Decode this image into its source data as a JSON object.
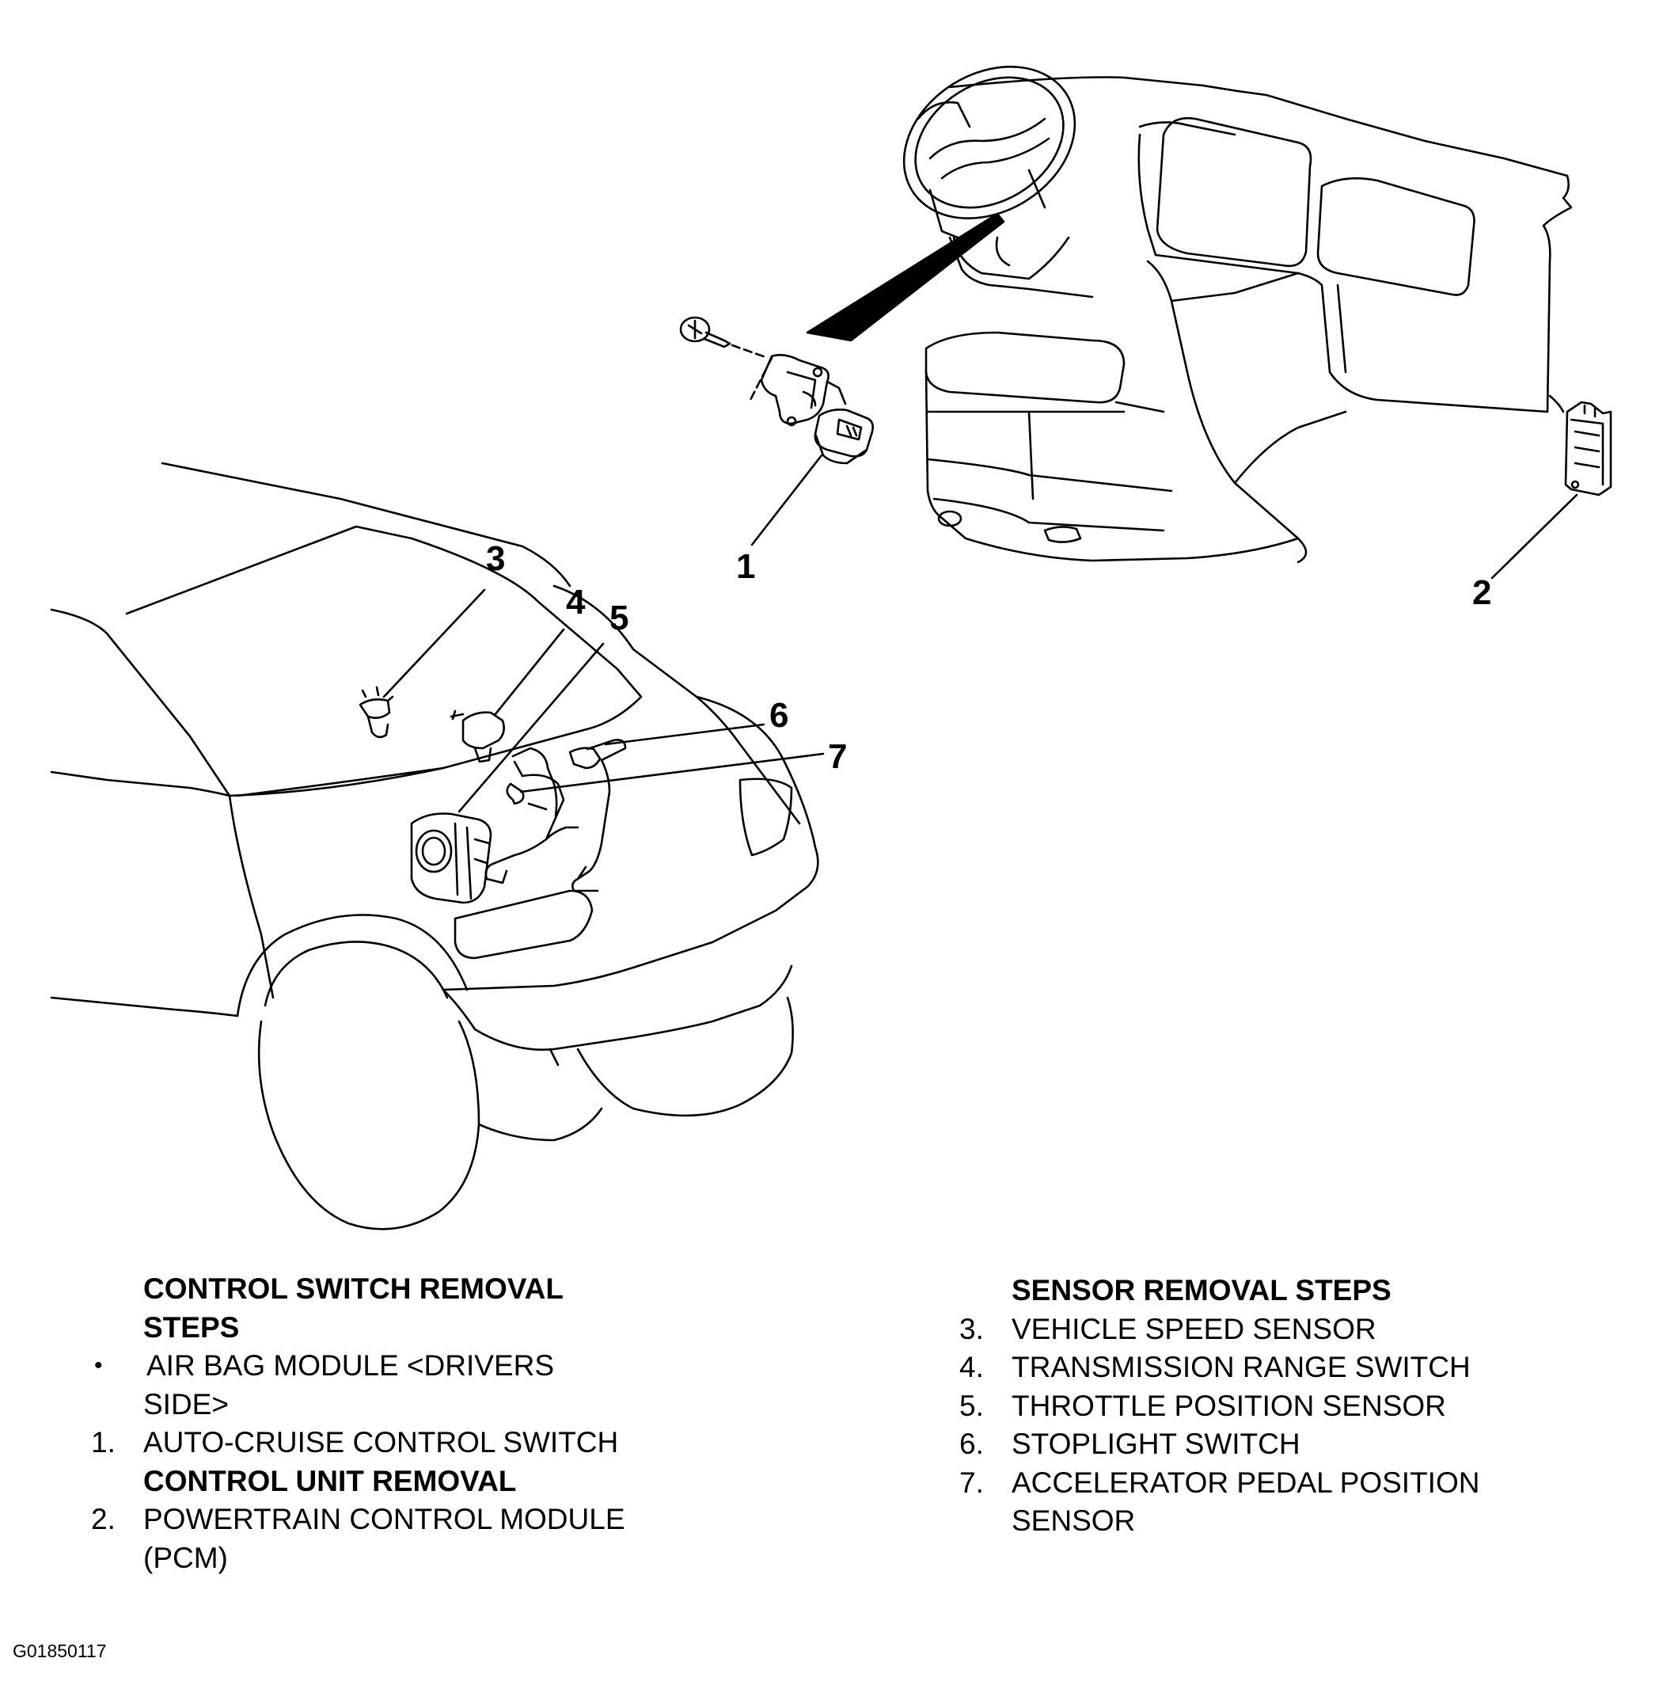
{
  "callouts": [
    "1",
    "2",
    "3",
    "4",
    "5",
    "6",
    "7"
  ],
  "legend_left": {
    "heading1_line1": "CONTROL SWITCH REMOVAL",
    "heading1_line2": "STEPS",
    "bullet_mark": "•",
    "bullet_line1": "AIR BAG MODULE <DRIVERS",
    "bullet_line2": "SIDE>",
    "item1_num": "1.",
    "item1_text": "AUTO-CRUISE CONTROL SWITCH",
    "heading2": "CONTROL UNIT REMOVAL",
    "item2_num": "2.",
    "item2_line1": "POWERTRAIN CONTROL MODULE",
    "item2_line2": "(PCM)"
  },
  "legend_right": {
    "heading": "SENSOR REMOVAL STEPS",
    "items": [
      {
        "num": "3.",
        "text": "VEHICLE SPEED SENSOR"
      },
      {
        "num": "4.",
        "text": "TRANSMISSION RANGE SWITCH"
      },
      {
        "num": "5.",
        "text": "THROTTLE POSITION SENSOR"
      },
      {
        "num": "6.",
        "text": "STOPLIGHT SWITCH"
      },
      {
        "num": "7.",
        "text": "ACCELERATOR PEDAL POSITION"
      }
    ],
    "item7_line2": "SENSOR"
  },
  "figure_code": "G01850117"
}
